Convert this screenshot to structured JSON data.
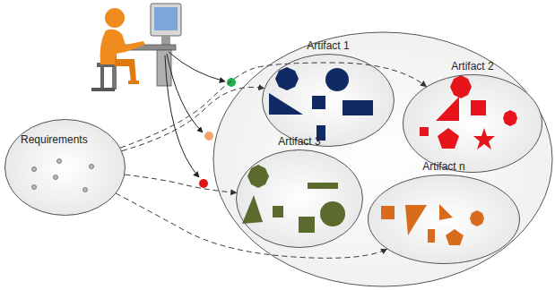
{
  "diagram": {
    "nodes": [
      {
        "text": [
          "Requirements"
        ]
      },
      {
        "text": [
          "Artifact 1"
        ]
      },
      {
        "text": [
          "Artifact 2"
        ]
      },
      {
        "text": [
          "Artifact 3"
        ]
      },
      {
        "text": [
          "Artifact n"
        ]
      }
    ],
    "edges": [
      {
        "from": 0,
        "to": 1,
        "arrow": "to"
      },
      {
        "from": 0,
        "to": 2,
        "arrow": "to"
      },
      {
        "from": 0,
        "to": 3,
        "arrow": "to"
      },
      {
        "from": 0,
        "to": 4,
        "arrow": "to"
      }
    ]
  }
}
